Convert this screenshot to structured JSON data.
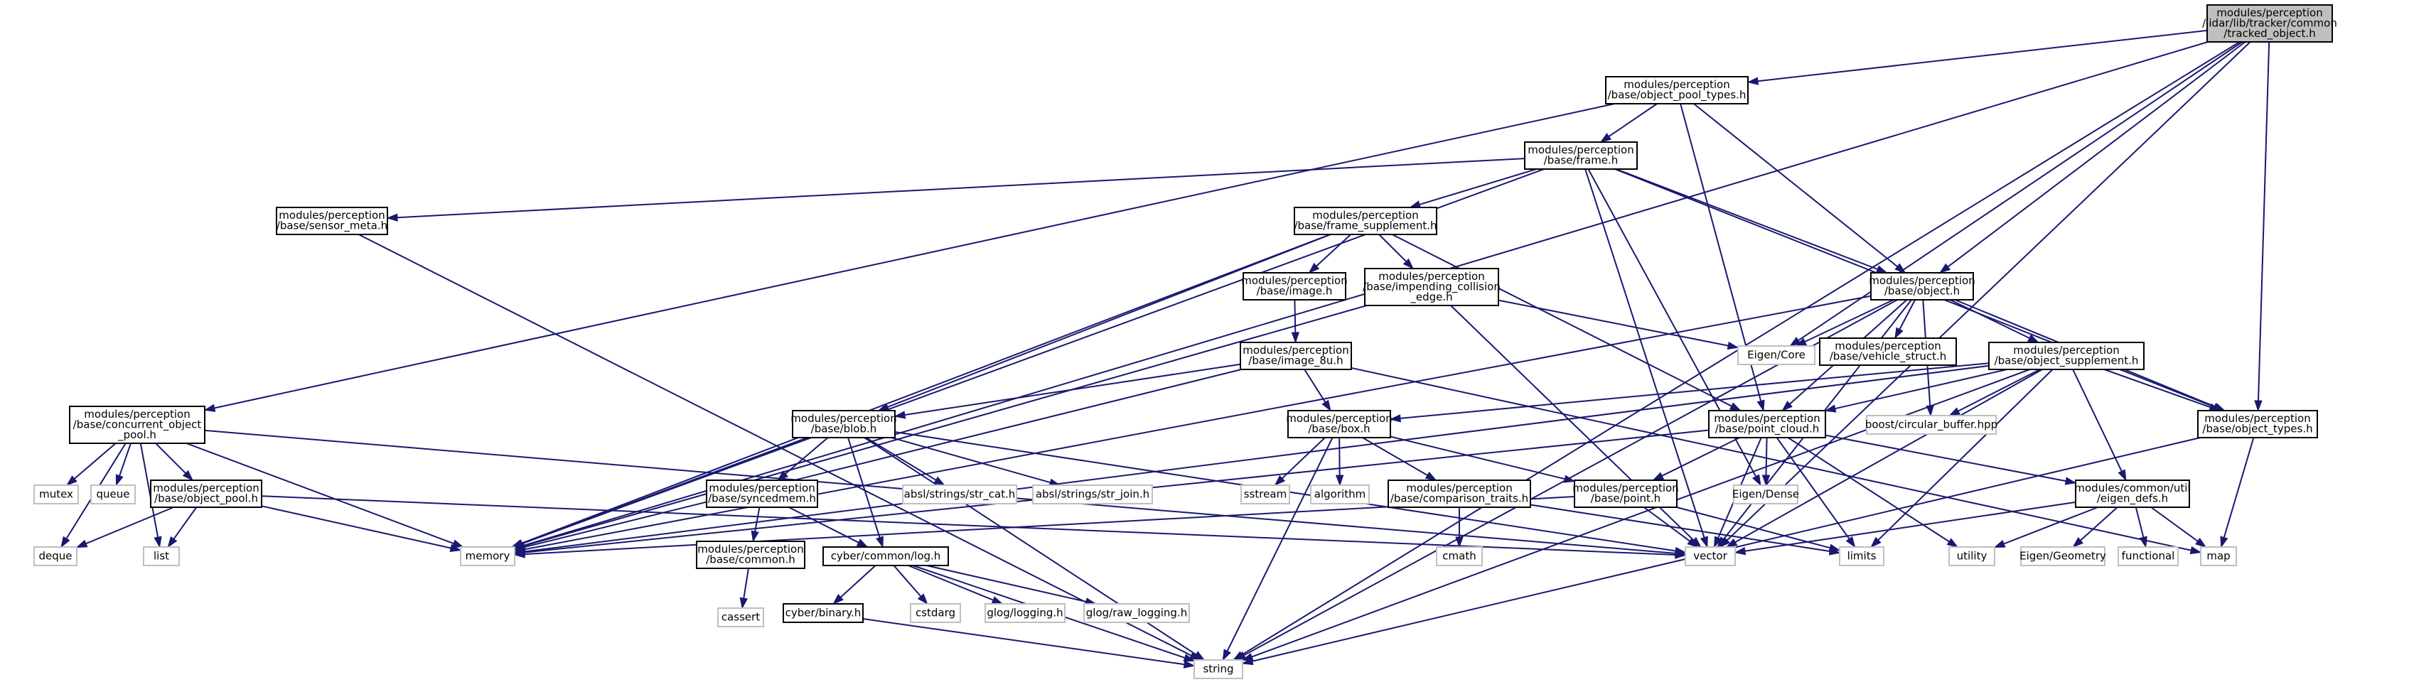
{
  "colors": {
    "edge": "#191970",
    "root_fill": "#bfbfbf",
    "external_border": "#bfbfbf",
    "internal_border": "#000000"
  },
  "nodes": {
    "tracked_object": {
      "lines": [
        "modules/perception",
        "/lidar/lib/tracker/common",
        "/tracked_object.h"
      ],
      "kind": "root"
    },
    "object_pool_types": {
      "lines": [
        "modules/perception",
        "/base/object_pool_types.h"
      ],
      "kind": "internal"
    },
    "frame": {
      "lines": [
        "modules/perception",
        "/base/frame.h"
      ],
      "kind": "internal"
    },
    "sensor_meta": {
      "lines": [
        "modules/perception",
        "/base/sensor_meta.h"
      ],
      "kind": "internal"
    },
    "frame_supplement": {
      "lines": [
        "modules/perception",
        "/base/frame_supplement.h"
      ],
      "kind": "internal"
    },
    "image": {
      "lines": [
        "modules/perception",
        "/base/image.h"
      ],
      "kind": "internal"
    },
    "impending_collision_edge": {
      "lines": [
        "modules/perception",
        "/base/impending_collision",
        "_edge.h"
      ],
      "kind": "internal"
    },
    "object": {
      "lines": [
        "modules/perception",
        "/base/object.h"
      ],
      "kind": "internal"
    },
    "eigen_core": {
      "lines": [
        "Eigen/Core"
      ],
      "kind": "external"
    },
    "vehicle_struct": {
      "lines": [
        "modules/perception",
        "/base/vehicle_struct.h"
      ],
      "kind": "internal"
    },
    "object_supplement": {
      "lines": [
        "modules/perception",
        "/base/object_supplement.h"
      ],
      "kind": "internal"
    },
    "image_8u": {
      "lines": [
        "modules/perception",
        "/base/image_8u.h"
      ],
      "kind": "internal"
    },
    "concurrent_object_pool": {
      "lines": [
        "modules/perception",
        "/base/concurrent_object",
        "_pool.h"
      ],
      "kind": "internal"
    },
    "blob": {
      "lines": [
        "modules/perception",
        "/base/blob.h"
      ],
      "kind": "internal"
    },
    "box": {
      "lines": [
        "modules/perception",
        "/base/box.h"
      ],
      "kind": "internal"
    },
    "point_cloud": {
      "lines": [
        "modules/perception",
        "/base/point_cloud.h"
      ],
      "kind": "internal"
    },
    "boost_circular_buffer": {
      "lines": [
        "boost/circular_buffer.hpp"
      ],
      "kind": "external"
    },
    "object_types": {
      "lines": [
        "modules/perception",
        "/base/object_types.h"
      ],
      "kind": "internal"
    },
    "mutex": {
      "lines": [
        "mutex"
      ],
      "kind": "external"
    },
    "queue": {
      "lines": [
        "queue"
      ],
      "kind": "external"
    },
    "object_pool": {
      "lines": [
        "modules/perception",
        "/base/object_pool.h"
      ],
      "kind": "internal"
    },
    "syncedmem": {
      "lines": [
        "modules/perception",
        "/base/syncedmem.h"
      ],
      "kind": "internal"
    },
    "str_cat": {
      "lines": [
        "absl/strings/str_cat.h"
      ],
      "kind": "external"
    },
    "str_join": {
      "lines": [
        "absl/strings/str_join.h"
      ],
      "kind": "external"
    },
    "sstream": {
      "lines": [
        "sstream"
      ],
      "kind": "external"
    },
    "algorithm": {
      "lines": [
        "algorithm"
      ],
      "kind": "external"
    },
    "comparison_traits": {
      "lines": [
        "modules/perception",
        "/base/comparison_traits.h"
      ],
      "kind": "internal"
    },
    "point": {
      "lines": [
        "modules/perception",
        "/base/point.h"
      ],
      "kind": "internal"
    },
    "eigen_dense": {
      "lines": [
        "Eigen/Dense"
      ],
      "kind": "external"
    },
    "eigen_defs": {
      "lines": [
        "modules/common/util",
        "/eigen_defs.h"
      ],
      "kind": "internal"
    },
    "deque": {
      "lines": [
        "deque"
      ],
      "kind": "external"
    },
    "list": {
      "lines": [
        "list"
      ],
      "kind": "external"
    },
    "memory": {
      "lines": [
        "memory"
      ],
      "kind": "external"
    },
    "vector": {
      "lines": [
        "vector"
      ],
      "kind": "external"
    },
    "limits": {
      "lines": [
        "limits"
      ],
      "kind": "external"
    },
    "utility": {
      "lines": [
        "utility"
      ],
      "kind": "external"
    },
    "eigen_geometry": {
      "lines": [
        "Eigen/Geometry"
      ],
      "kind": "external"
    },
    "functional": {
      "lines": [
        "functional"
      ],
      "kind": "external"
    },
    "map": {
      "lines": [
        "map"
      ],
      "kind": "external"
    },
    "common": {
      "lines": [
        "modules/perception",
        "/base/common.h"
      ],
      "kind": "internal"
    },
    "cmath": {
      "lines": [
        "cmath"
      ],
      "kind": "external"
    },
    "log": {
      "lines": [
        "cyber/common/log.h"
      ],
      "kind": "internal"
    },
    "cassert": {
      "lines": [
        "cassert"
      ],
      "kind": "external"
    },
    "binary": {
      "lines": [
        "cyber/binary.h"
      ],
      "kind": "internal"
    },
    "cstdarg": {
      "lines": [
        "cstdarg"
      ],
      "kind": "external"
    },
    "glog_logging": {
      "lines": [
        "glog/logging.h"
      ],
      "kind": "external"
    },
    "glog_raw_logging": {
      "lines": [
        "glog/raw_logging.h"
      ],
      "kind": "external"
    },
    "string": {
      "lines": [
        "string"
      ],
      "kind": "external"
    }
  },
  "edges": [
    [
      "tracked_object",
      "object_pool_types"
    ],
    [
      "tracked_object",
      "memory"
    ],
    [
      "tracked_object",
      "eigen_core"
    ],
    [
      "tracked_object",
      "object"
    ],
    [
      "tracked_object",
      "object_types"
    ],
    [
      "tracked_object",
      "vector"
    ],
    [
      "tracked_object",
      "string"
    ],
    [
      "object_pool_types",
      "concurrent_object_pool"
    ],
    [
      "object_pool_types",
      "frame"
    ],
    [
      "object_pool_types",
      "object"
    ],
    [
      "object_pool_types",
      "point_cloud"
    ],
    [
      "frame",
      "sensor_meta"
    ],
    [
      "frame",
      "frame_supplement"
    ],
    [
      "frame",
      "object"
    ],
    [
      "frame",
      "memory"
    ],
    [
      "frame",
      "vector"
    ],
    [
      "frame",
      "eigen_dense"
    ],
    [
      "frame",
      "object_types"
    ],
    [
      "sensor_meta",
      "string"
    ],
    [
      "frame_supplement",
      "image"
    ],
    [
      "frame_supplement",
      "impending_collision_edge"
    ],
    [
      "frame_supplement",
      "blob"
    ],
    [
      "frame_supplement",
      "point_cloud"
    ],
    [
      "frame_supplement",
      "memory"
    ],
    [
      "image",
      "image_8u"
    ],
    [
      "impending_collision_edge",
      "eigen_core"
    ],
    [
      "impending_collision_edge",
      "memory"
    ],
    [
      "impending_collision_edge",
      "vector"
    ],
    [
      "object",
      "eigen_core"
    ],
    [
      "object",
      "vehicle_struct"
    ],
    [
      "object",
      "object_supplement"
    ],
    [
      "object",
      "point_cloud"
    ],
    [
      "object",
      "boost_circular_buffer"
    ],
    [
      "object",
      "object_types"
    ],
    [
      "object",
      "memory"
    ],
    [
      "object",
      "vector"
    ],
    [
      "object",
      "string"
    ],
    [
      "object_supplement",
      "box"
    ],
    [
      "object_supplement",
      "point_cloud"
    ],
    [
      "object_supplement",
      "boost_circular_buffer"
    ],
    [
      "object_supplement",
      "object_types"
    ],
    [
      "object_supplement",
      "eigen_defs"
    ],
    [
      "object_supplement",
      "memory"
    ],
    [
      "object_supplement",
      "vector"
    ],
    [
      "object_supplement",
      "limits"
    ],
    [
      "object_supplement",
      "string"
    ],
    [
      "image_8u",
      "blob"
    ],
    [
      "image_8u",
      "box"
    ],
    [
      "image_8u",
      "memory"
    ],
    [
      "image_8u",
      "map"
    ],
    [
      "concurrent_object_pool",
      "mutex"
    ],
    [
      "concurrent_object_pool",
      "queue"
    ],
    [
      "concurrent_object_pool",
      "object_pool"
    ],
    [
      "concurrent_object_pool",
      "deque"
    ],
    [
      "concurrent_object_pool",
      "list"
    ],
    [
      "concurrent_object_pool",
      "memory"
    ],
    [
      "concurrent_object_pool",
      "vector"
    ],
    [
      "blob",
      "syncedmem"
    ],
    [
      "blob",
      "str_cat"
    ],
    [
      "blob",
      "str_join"
    ],
    [
      "blob",
      "log"
    ],
    [
      "blob",
      "memory"
    ],
    [
      "blob",
      "vector"
    ],
    [
      "blob",
      "string"
    ],
    [
      "box",
      "sstream"
    ],
    [
      "box",
      "algorithm"
    ],
    [
      "box",
      "comparison_traits"
    ],
    [
      "box",
      "point"
    ],
    [
      "box",
      "string"
    ],
    [
      "point_cloud",
      "point"
    ],
    [
      "point_cloud",
      "eigen_dense"
    ],
    [
      "point_cloud",
      "eigen_defs"
    ],
    [
      "point_cloud",
      "memory"
    ],
    [
      "point_cloud",
      "vector"
    ],
    [
      "point_cloud",
      "limits"
    ],
    [
      "point_cloud",
      "utility"
    ],
    [
      "object_types",
      "map"
    ],
    [
      "object_types",
      "string"
    ],
    [
      "object_pool",
      "deque"
    ],
    [
      "object_pool",
      "list"
    ],
    [
      "object_pool",
      "memory"
    ],
    [
      "object_pool",
      "vector"
    ],
    [
      "syncedmem",
      "common"
    ],
    [
      "syncedmem",
      "log"
    ],
    [
      "comparison_traits",
      "cmath"
    ],
    [
      "comparison_traits",
      "limits"
    ],
    [
      "point",
      "memory"
    ],
    [
      "point",
      "vector"
    ],
    [
      "point",
      "limits"
    ],
    [
      "eigen_defs",
      "vector"
    ],
    [
      "eigen_defs",
      "utility"
    ],
    [
      "eigen_defs",
      "eigen_geometry"
    ],
    [
      "eigen_defs",
      "functional"
    ],
    [
      "eigen_defs",
      "map"
    ],
    [
      "common",
      "cassert"
    ],
    [
      "log",
      "binary"
    ],
    [
      "log",
      "cstdarg"
    ],
    [
      "log",
      "glog_logging"
    ],
    [
      "log",
      "glog_raw_logging"
    ],
    [
      "log",
      "string"
    ],
    [
      "binary",
      "string"
    ]
  ]
}
